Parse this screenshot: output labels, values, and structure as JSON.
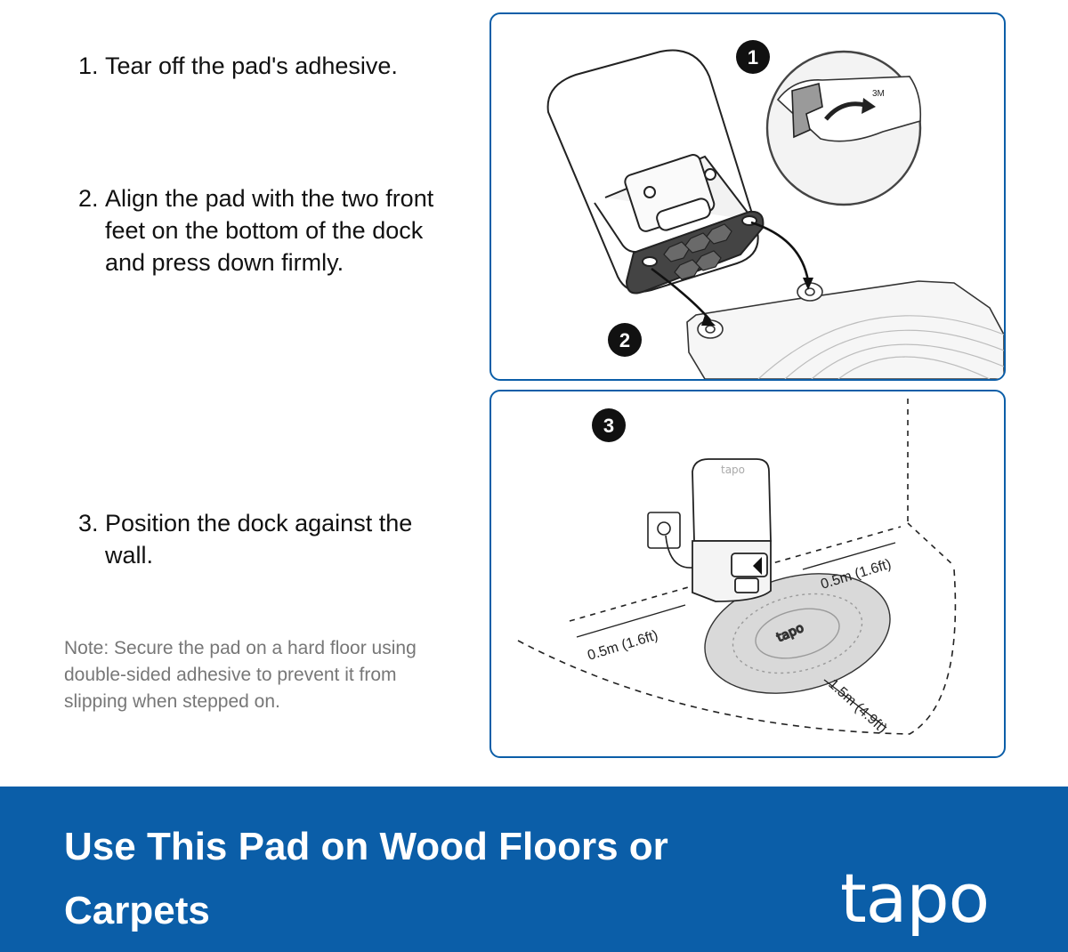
{
  "steps": [
    {
      "number": "1.",
      "text": "Tear off the pad's adhesive."
    },
    {
      "number": "2.",
      "text": "Align the pad with the two front feet on the bottom of the dock and press down firmly."
    },
    {
      "number": "3.",
      "text": "Position the dock against the wall."
    }
  ],
  "note": "Note: Secure the pad on a hard floor using double-sided adhesive to prevent it from slipping when stepped on.",
  "illustration": {
    "badges": [
      "1",
      "2",
      "3"
    ],
    "adhesive_label": "3M",
    "device_logo": "tapo",
    "clearance_left": "0.5m (1.6ft)",
    "clearance_right": "0.5m (1.6ft)",
    "clearance_front": "1.5m (4.9ft)"
  },
  "banner": {
    "title": "Use This Pad on Wood Floors or Carpets",
    "logo": "tapo"
  },
  "colors": {
    "brand_blue": "#0b5ea8",
    "note_gray": "#777777",
    "panel_border": "#0b5ea8"
  }
}
